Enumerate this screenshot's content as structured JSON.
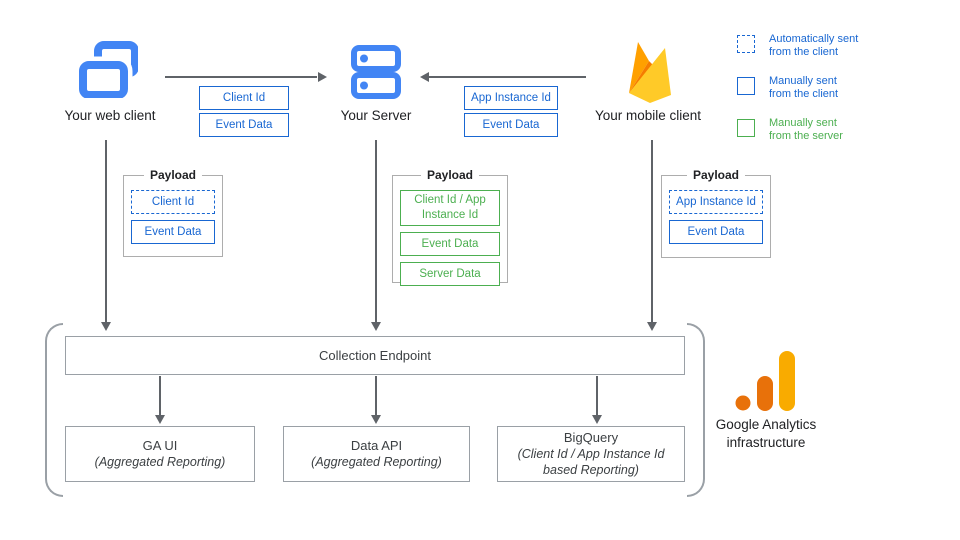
{
  "palette": {
    "icon_blue": "#4285F4",
    "tag_blue": "#1967D2",
    "tag_green": "#4CAF50",
    "arrow_gray": "#5F6368",
    "box_border_gray": "#9AA0A6",
    "ga_orange": "#E8710A",
    "ga_amber": "#F9AB00",
    "firebase_yellow": "#FFCA28",
    "firebase_amber": "#FFA000",
    "firebase_orange": "#F57C00"
  },
  "nodes": {
    "web_client": {
      "label": "Your web client"
    },
    "server": {
      "label": "Your Server"
    },
    "mobile_client": {
      "label": "Your mobile client"
    }
  },
  "flows": {
    "web_to_server": {
      "tags": [
        "Client Id",
        "Event Data"
      ]
    },
    "mobile_to_server": {
      "tags": [
        "App Instance Id",
        "Event Data"
      ]
    }
  },
  "legend": {
    "items": [
      {
        "style": "dashed-blue",
        "line1": "Automatically sent",
        "line2": "from the client"
      },
      {
        "style": "solid-blue",
        "line1": "Manually sent",
        "line2": "from the client"
      },
      {
        "style": "solid-green",
        "line1": "Manually sent",
        "line2": "from the server"
      }
    ]
  },
  "payloads": [
    {
      "title": "Payload",
      "items": [
        {
          "label": "Client Id",
          "style": "dashed-blue"
        },
        {
          "label": "Event Data",
          "style": "solid-blue"
        }
      ]
    },
    {
      "title": "Payload",
      "items": [
        {
          "label": "Client Id / App Instance Id",
          "style": "solid-green"
        },
        {
          "label": "Event Data",
          "style": "solid-green"
        },
        {
          "label": "Server Data",
          "style": "solid-green"
        }
      ]
    },
    {
      "title": "Payload",
      "items": [
        {
          "label": "App Instance Id",
          "style": "dashed-blue"
        },
        {
          "label": "Event Data",
          "style": "solid-blue"
        }
      ]
    }
  ],
  "infrastructure": {
    "endpoint_label": "Collection Endpoint",
    "outputs": [
      {
        "title": "GA UI",
        "subtitle": "(Aggregated Reporting)"
      },
      {
        "title": "Data API",
        "subtitle": "(Aggregated Reporting)"
      },
      {
        "title": "BigQuery",
        "subtitle": "(Client Id / App Instance Id based Reporting)"
      }
    ],
    "brand": {
      "line1": "Google Analytics",
      "line2": "infrastructure"
    }
  }
}
